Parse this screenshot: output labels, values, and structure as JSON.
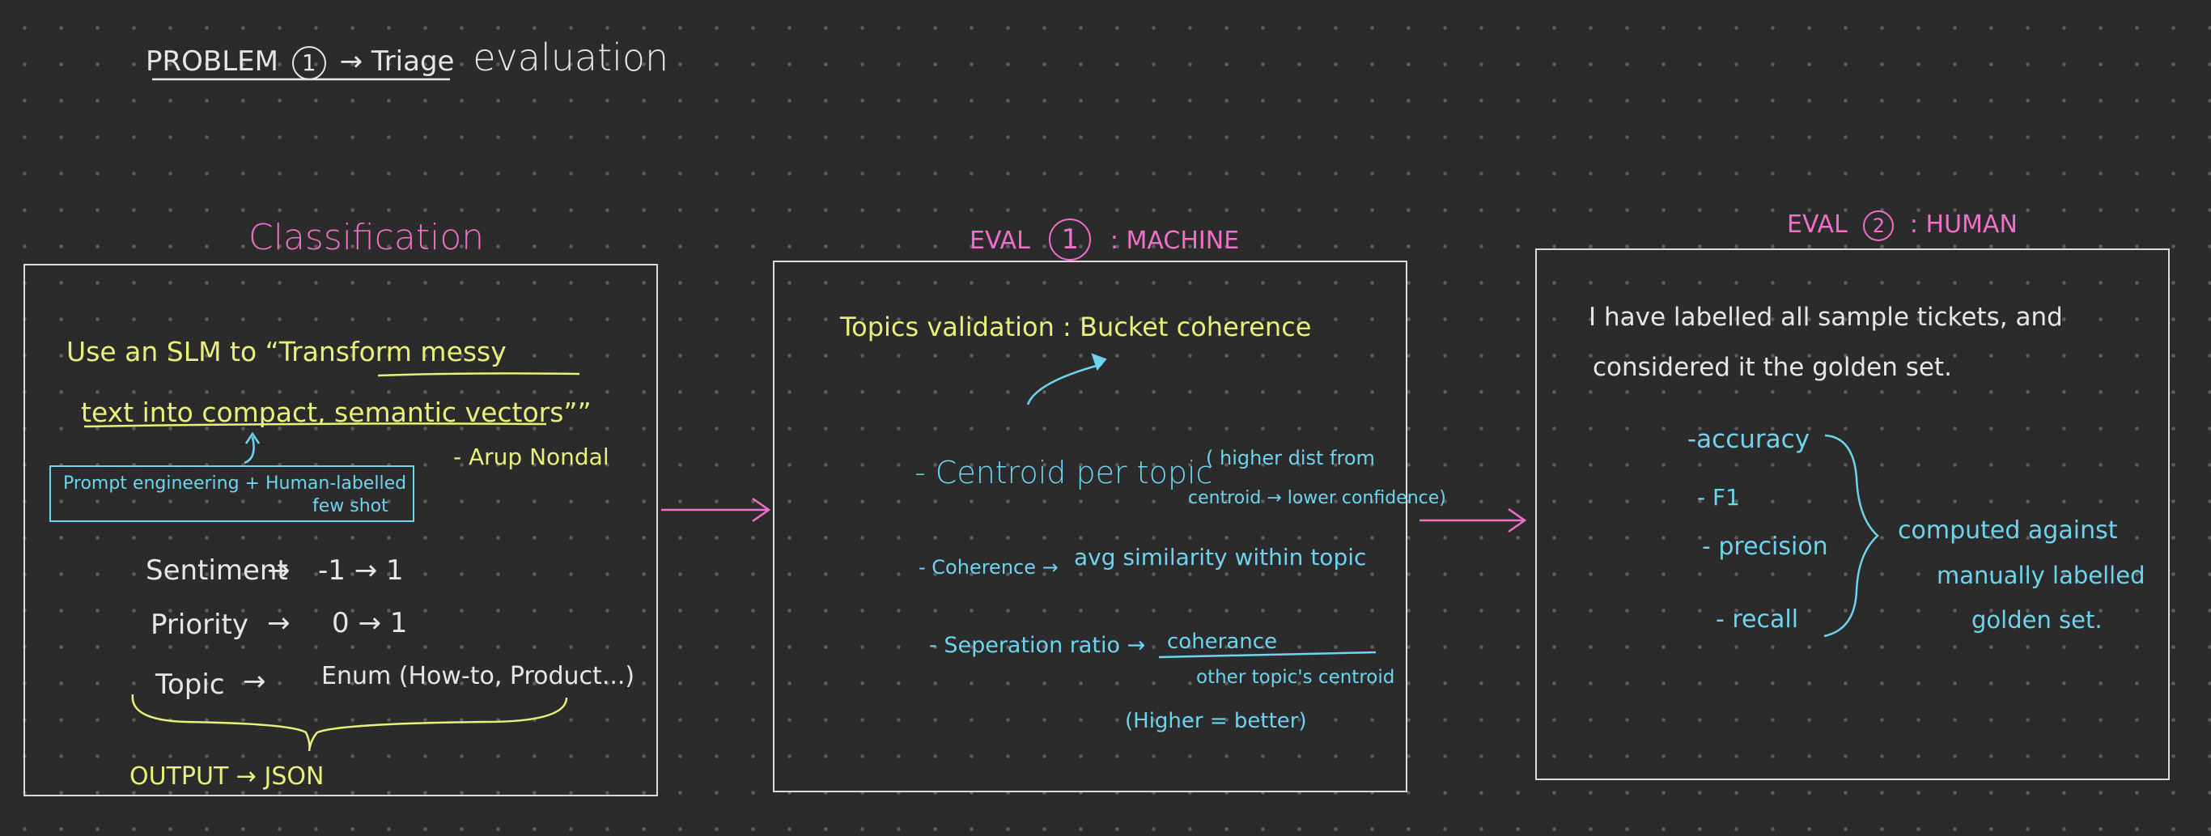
{
  "title": {
    "problem": "PROBLEM",
    "number": "1",
    "triage": "Triage",
    "evaluation": "evaluation"
  },
  "classification": {
    "heading": "Classification",
    "quote_line1_a": "Use  an  SLM  to  “",
    "quote_line1_b": "Transform messy",
    "quote_line2": "text  into  compact, semantic  vectors””",
    "author": "- Arup  Nondal",
    "prompt_line1": "Prompt  engineering  +  Human-labelled",
    "prompt_line2": "few  shot",
    "rows": [
      {
        "label": "Sentiment",
        "value": "-1 → 1"
      },
      {
        "label": "Priority",
        "value": "0 → 1"
      },
      {
        "label": "Topic",
        "value": "Enum (How-to, Product...)"
      }
    ],
    "output": "OUTPUT → JSON"
  },
  "eval1": {
    "heading_prefix": "EVAL",
    "heading_number": "1",
    "heading_suffix": ": MACHINE",
    "topics": "Topics  validation :  Bucket  coherence",
    "centroid": "- Centroid  per  topic",
    "centroid_note1": "( higher  dist  from",
    "centroid_note2": "centroid → lower  confidence)",
    "coherence_a": "- Coherence →",
    "coherence_b": "avg  similarity  within  topic",
    "separation": "- Seperation  ratio →",
    "numerator": "coherance",
    "denominator": "other  topic's  centroid",
    "note": "(Higher = better)"
  },
  "eval2": {
    "heading_prefix": "EVAL",
    "heading_number": "2",
    "heading_suffix": ": HUMAN",
    "line1": "I   have   labelled   all   sample   tickets,  and",
    "line2": "considered   it   the   golden  set.",
    "metrics": [
      "-accuracy",
      "- F1",
      "- precision",
      "- recall"
    ],
    "computed1": "computed  against",
    "computed2": "manually  labelled",
    "computed3": "golden  set."
  },
  "colors": {
    "background": "#2b2b2b",
    "white": "#e6e6e6",
    "yellow": "#e9ef7a",
    "pink": "#f06fc8",
    "blue": "#6fd3ee"
  }
}
